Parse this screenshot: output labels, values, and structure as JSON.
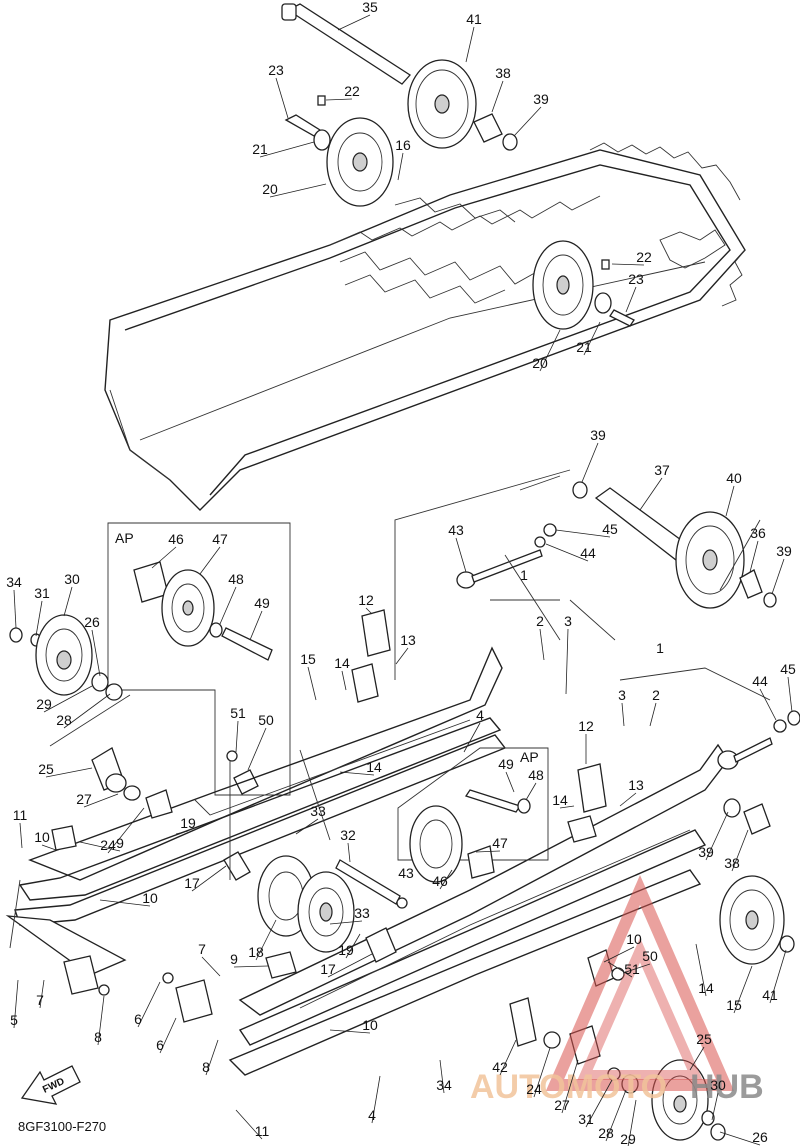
{
  "diagram_code": "8GF3100-F270",
  "fwd_label": "FWD",
  "inset_label_1": "AP",
  "inset_label_2": "AP",
  "watermark": {
    "text_left": "AUTOMOTO",
    "text_right": "HUB",
    "color_left": "#f2c49b",
    "color_right": "#8a8a8a",
    "triangle_color": "#d9534f"
  },
  "callouts": [
    "35",
    "41",
    "23",
    "22",
    "38",
    "39",
    "21",
    "16",
    "20",
    "22",
    "23",
    "21",
    "20",
    "39",
    "37",
    "40",
    "36",
    "39",
    "43",
    "45",
    "44",
    "AP",
    "46",
    "47",
    "48",
    "49",
    "34",
    "31",
    "30",
    "26",
    "29",
    "28",
    "12",
    "15",
    "14",
    "13",
    "1",
    "2",
    "3",
    "1",
    "3",
    "2",
    "44",
    "45",
    "51",
    "50",
    "4",
    "14",
    "25",
    "11",
    "27",
    "19",
    "10",
    "24",
    "9",
    "33",
    "32",
    "43",
    "12",
    "49",
    "48",
    "14",
    "13",
    "47",
    "46",
    "39",
    "38",
    "17",
    "10",
    "18",
    "33",
    "19",
    "17",
    "9",
    "10",
    "7",
    "8",
    "5",
    "6",
    "6",
    "8",
    "7",
    "10",
    "50",
    "51",
    "14",
    "15",
    "41",
    "42",
    "24",
    "27",
    "25",
    "30",
    "31",
    "28",
    "29",
    "26",
    "34",
    "4",
    "11",
    "5"
  ]
}
